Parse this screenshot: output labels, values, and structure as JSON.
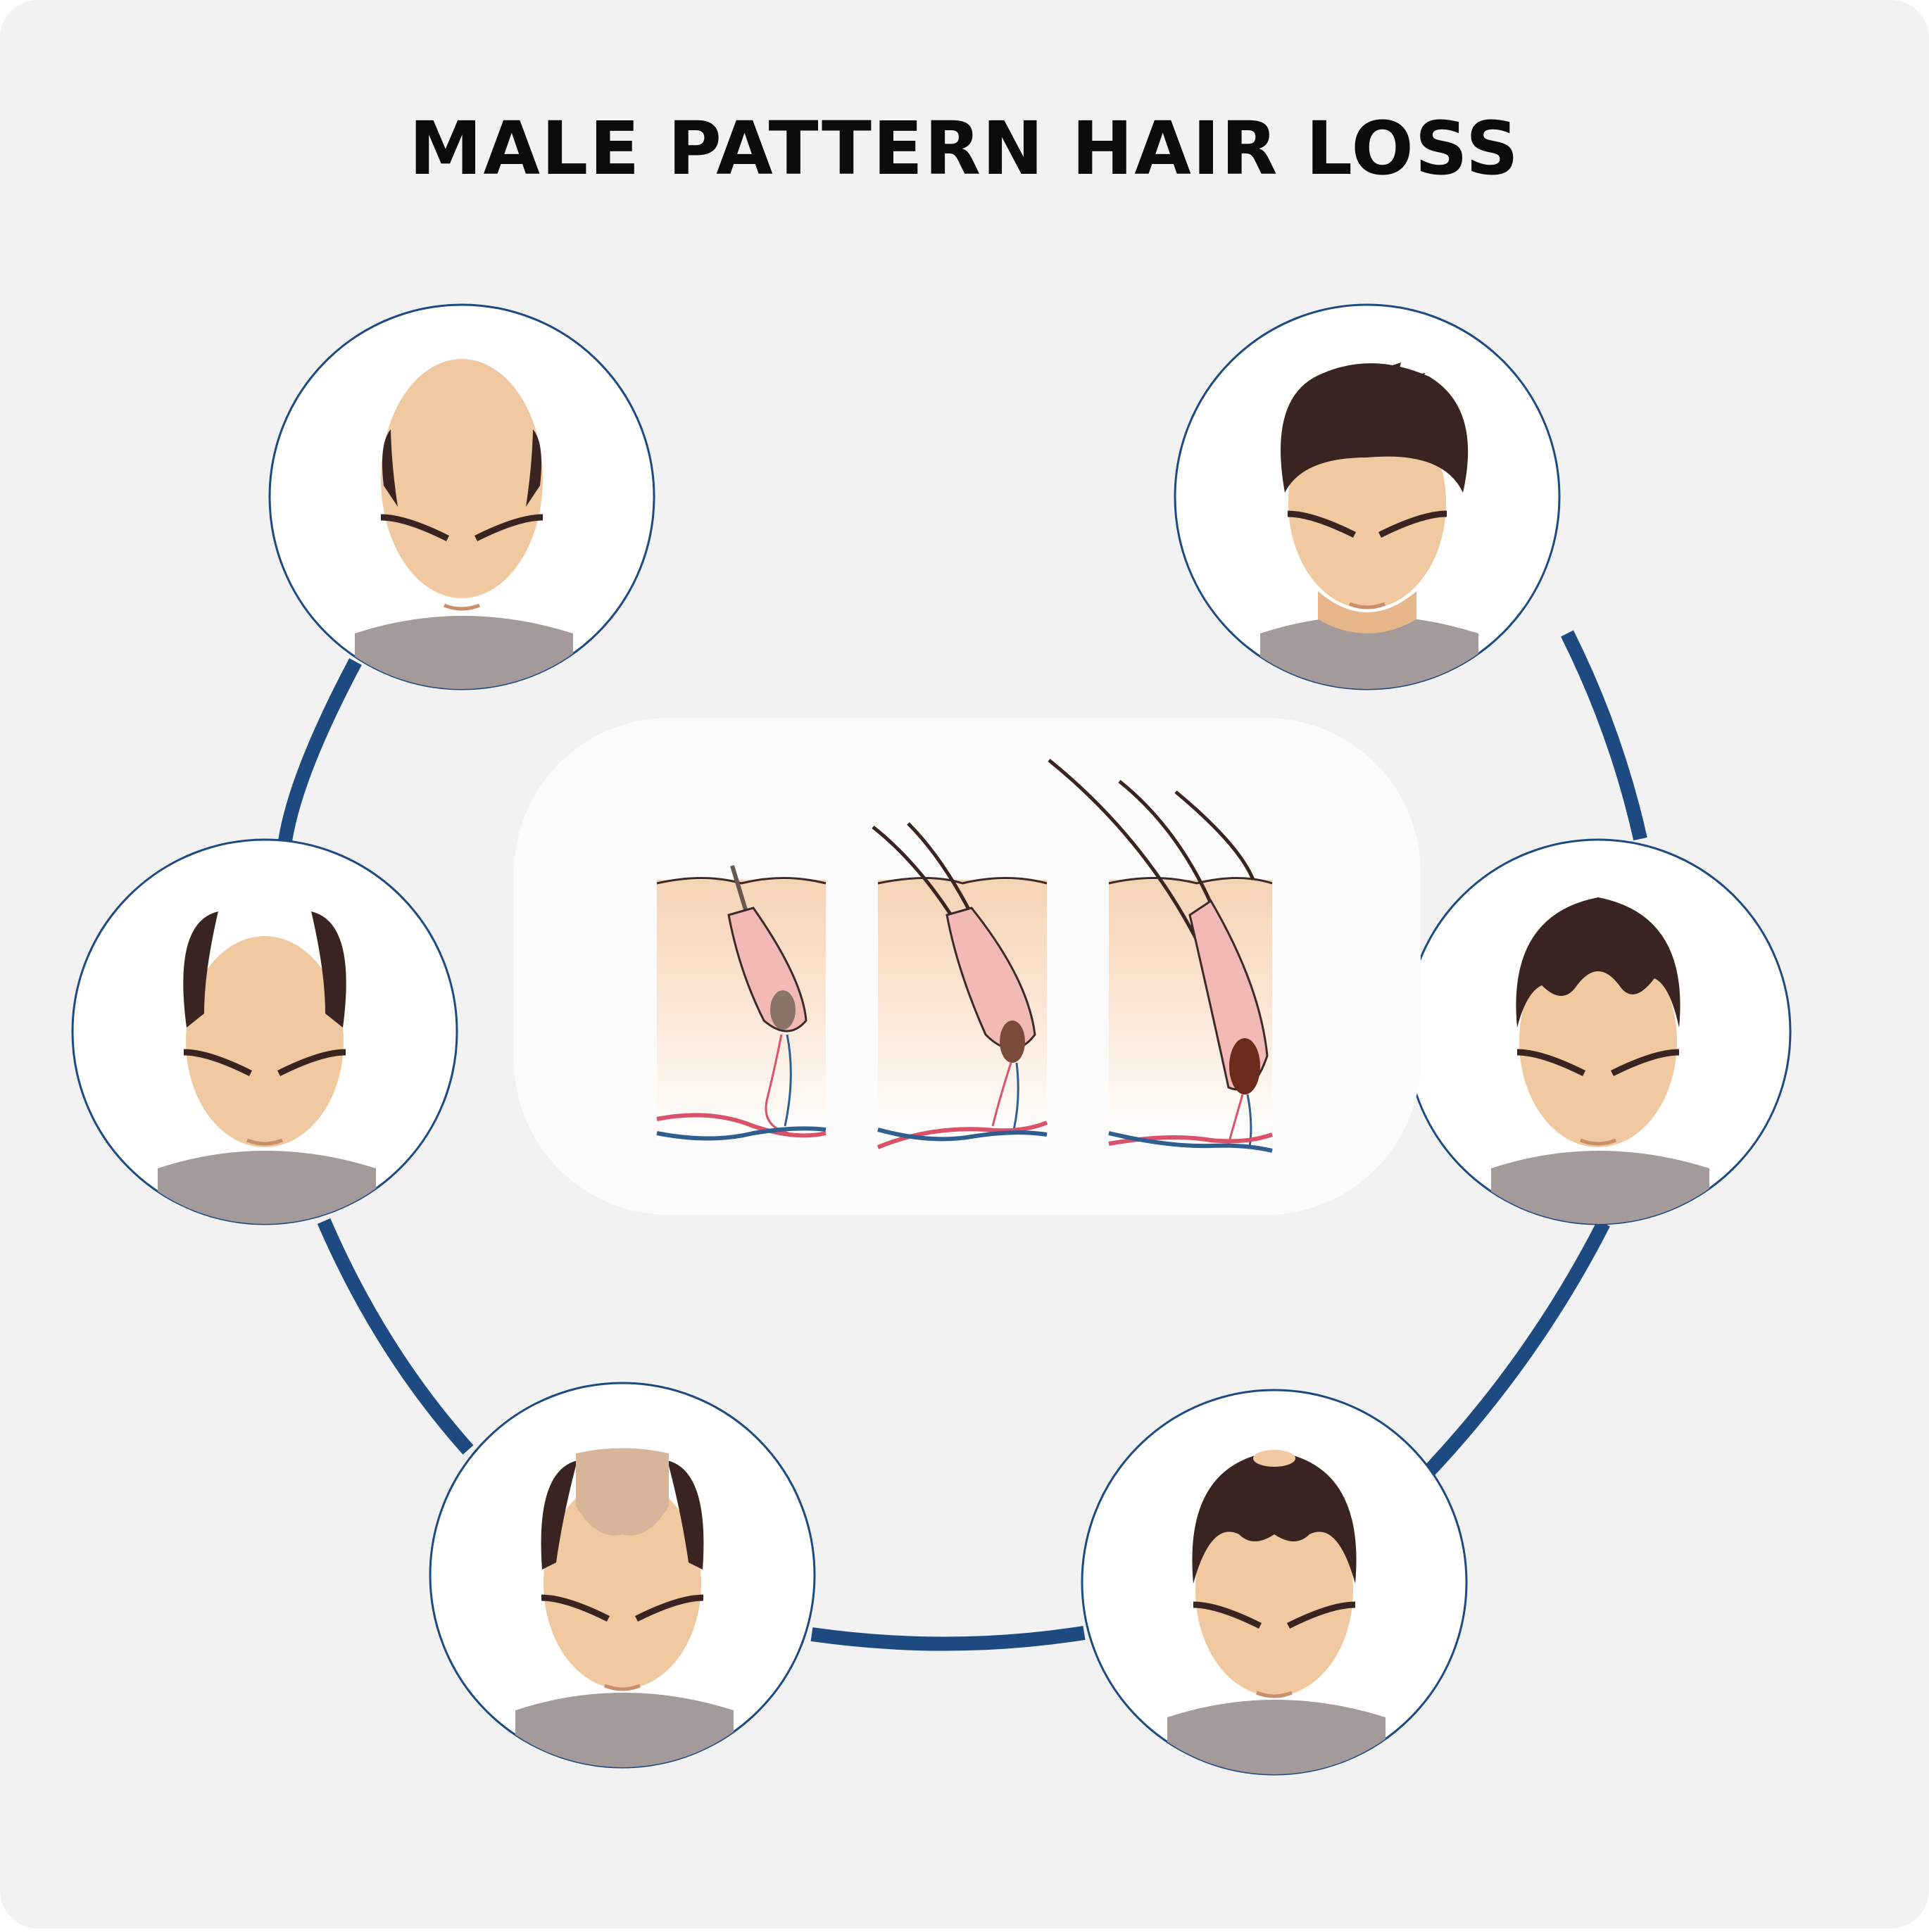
{
  "title": "MALE PATTERN HAIR LOSS",
  "colors": {
    "background": "#f2f2f2",
    "ring": "#1d4a80",
    "panel": "#fbfbfb",
    "skin": "#f1c9a0",
    "skin_shade": "#e7b68b",
    "hair": "#3a2422",
    "shirt": "#a49a99",
    "artery": "#d9526a",
    "vein": "#2f5e91"
  },
  "stages": [
    {
      "name": "full-hair",
      "hair_level": 1.0
    },
    {
      "name": "slight-recession",
      "hair_level": 0.85
    },
    {
      "name": "deep-recession-crown",
      "hair_level": 0.65
    },
    {
      "name": "thinning-top",
      "hair_level": 0.45
    },
    {
      "name": "receding-sides",
      "hair_level": 0.3
    },
    {
      "name": "bald",
      "hair_level": 0.1
    }
  ],
  "follicles": [
    {
      "name": "weak-follicle",
      "bulb": "#8a7468"
    },
    {
      "name": "medium-follicle",
      "bulb": "#7a4b3a"
    },
    {
      "name": "healthy-follicle",
      "bulb": "#6a2b1a"
    }
  ]
}
